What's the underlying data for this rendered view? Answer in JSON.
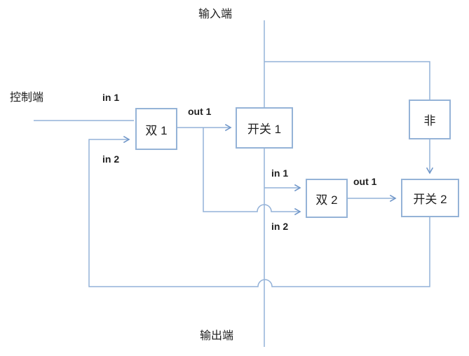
{
  "diagram": {
    "terminals": {
      "input": "输入端",
      "control": "控制端",
      "output": "输出端"
    },
    "blocks": {
      "dual1": "双 1",
      "switch1": "开关 1",
      "not": "非",
      "dual2": "双 2",
      "switch2": "开关 2"
    },
    "ports": {
      "dual1_in1": "in 1",
      "dual1_in2": "in 2",
      "dual1_out1": "out 1",
      "dual2_in1": "in 1",
      "dual2_in2": "in 2",
      "dual2_out1": "out 1"
    },
    "colors": {
      "connector": "#94b2d8",
      "arrow": "#6e95c8",
      "box_border": "#95b3d7",
      "box_fill": "#ffffff",
      "text": "#1f1f1f",
      "canvas": "#ffffff"
    }
  }
}
